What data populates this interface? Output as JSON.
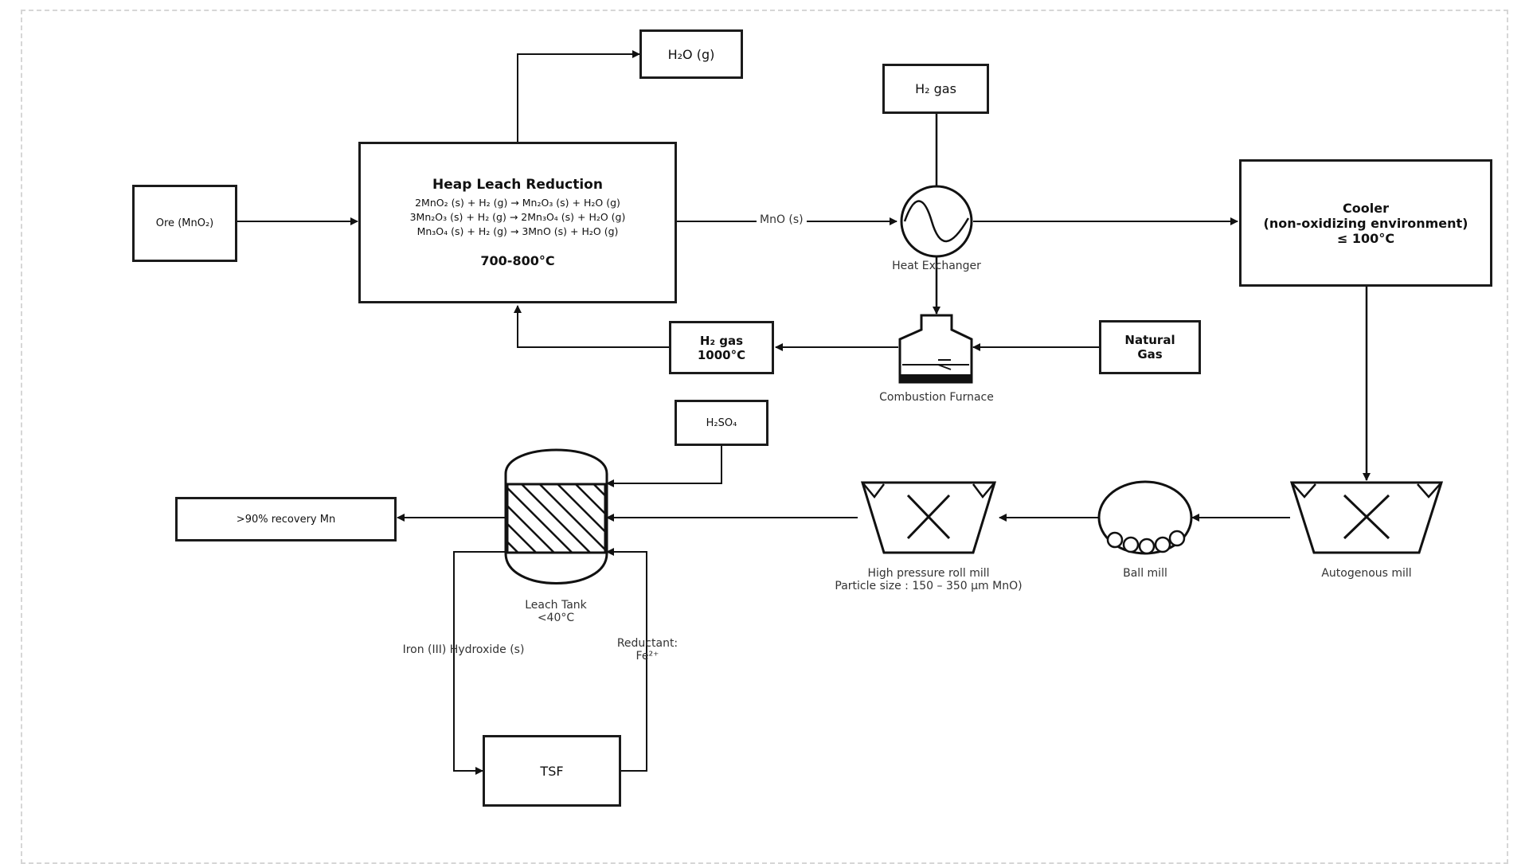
{
  "boxes": {
    "ore": "Ore (MnO₂)",
    "h2o": "H₂O (g)",
    "h2gas_top": "H₂ gas",
    "heap_title": "Heap Leach Reduction",
    "heap_eq1": "2MnO₂ (s) + H₂ (g) → Mn₂O₃ (s) + H₂O (g)",
    "heap_eq2": "3Mn₂O₃ (s) + H₂ (g) → 2Mn₃O₄ (s) + H₂O (g)",
    "heap_eq3": "Mn₃O₄ (s) + H₂ (g) → 3MnO (s) + H₂O (g)",
    "heap_temp": "700-800°C",
    "cooler_line1": "Cooler",
    "cooler_line2": "(non-oxidizing environment)",
    "cooler_line3": "≤ 100°C",
    "h2gas_hot_line1": "H₂ gas",
    "h2gas_hot_line2": "1000°C",
    "natural_gas_line1": "Natural",
    "natural_gas_line2": "Gas",
    "h2so4": "H₂SO₄",
    "recovery": ">90% recovery Mn",
    "tsf": "TSF"
  },
  "labels": {
    "mno_stream": "MnO (s)",
    "heat_exchanger": "Heat Exchanger",
    "combustion_furnace": "Combustion Furnace",
    "leach_tank_line1": "Leach Tank",
    "leach_tank_line2": "<40°C",
    "hpgr_line1": "High pressure roll mill",
    "hpgr_line2": "Particle size : 150 – 350 µm MnO)",
    "ball_mill": "Ball mill",
    "autogenous_mill": "Autogenous mill",
    "iron_hydroxide": "Iron (III) Hydroxide (s)",
    "reductant_line1": "Reductant:",
    "reductant_line2": "Fe²⁺"
  }
}
